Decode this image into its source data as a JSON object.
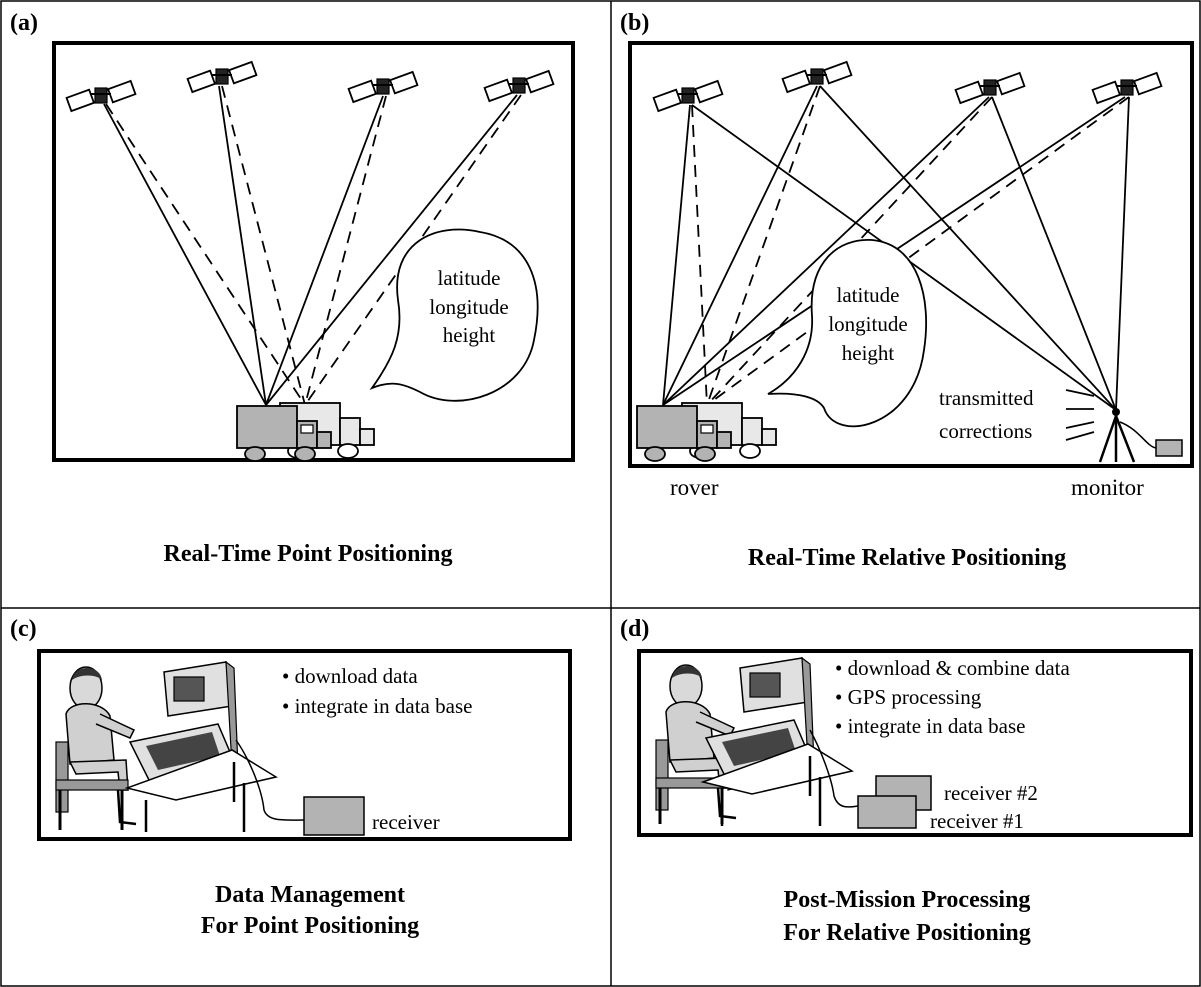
{
  "panels": {
    "a": {
      "letter": "(a)",
      "caption": "Real-Time Point Positioning",
      "bubble": [
        "latitude",
        "longitude",
        "height"
      ]
    },
    "b": {
      "letter": "(b)",
      "caption": "Real-Time Relative Positioning",
      "bubble": [
        "latitude",
        "longitude",
        "height"
      ],
      "corrections": [
        "transmitted",
        "corrections"
      ],
      "rover_label": "rover",
      "monitor_label": "monitor"
    },
    "c": {
      "letter": "(c)",
      "caption": [
        "Data Management",
        "For Point Positioning"
      ],
      "bullets": [
        "• download data",
        "• integrate in data base"
      ],
      "receiver_label": "receiver"
    },
    "d": {
      "letter": "(d)",
      "caption": [
        "Post-Mission Processing",
        "For Relative Positioning"
      ],
      "bullets": [
        "• download & combine data",
        "• GPS processing",
        "• integrate in data base"
      ],
      "receiver2_label": "receiver #2",
      "receiver1_label": "receiver #1"
    }
  },
  "colors": {
    "equipment_gray": "#b3b3b3",
    "light_gray": "#dcdcdc",
    "line": "#000000"
  }
}
